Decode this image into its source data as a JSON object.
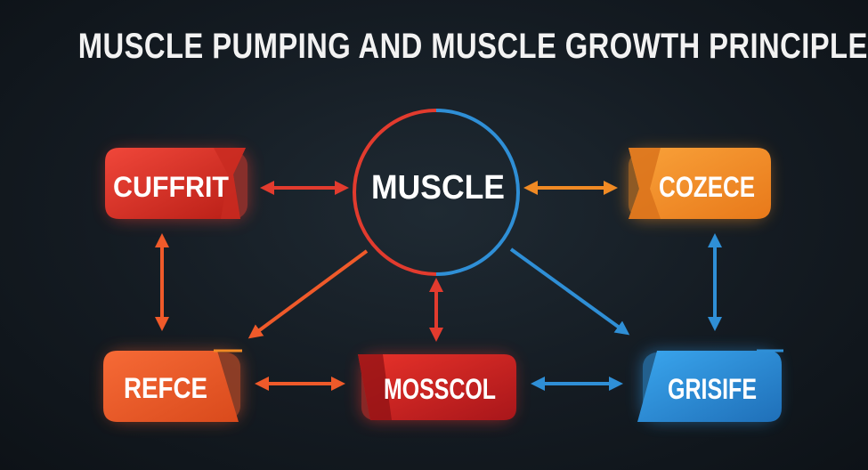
{
  "title": "MUSCLE PUMPING AND MUSCLE GROWTH PRINCIPLES",
  "colors": {
    "red": "#e23b2e",
    "orange_red": "#ef5a2a",
    "orange": "#f08a24",
    "blue": "#2f8fd6",
    "background": "#151c23"
  },
  "nodes": {
    "center": "MUSCLE",
    "top_left": "CUFFRIT",
    "top_right": "COZECE",
    "bottom_left": "REFCE",
    "bottom_center": "MOSSCOL",
    "bottom_right": "GRISIFE"
  }
}
